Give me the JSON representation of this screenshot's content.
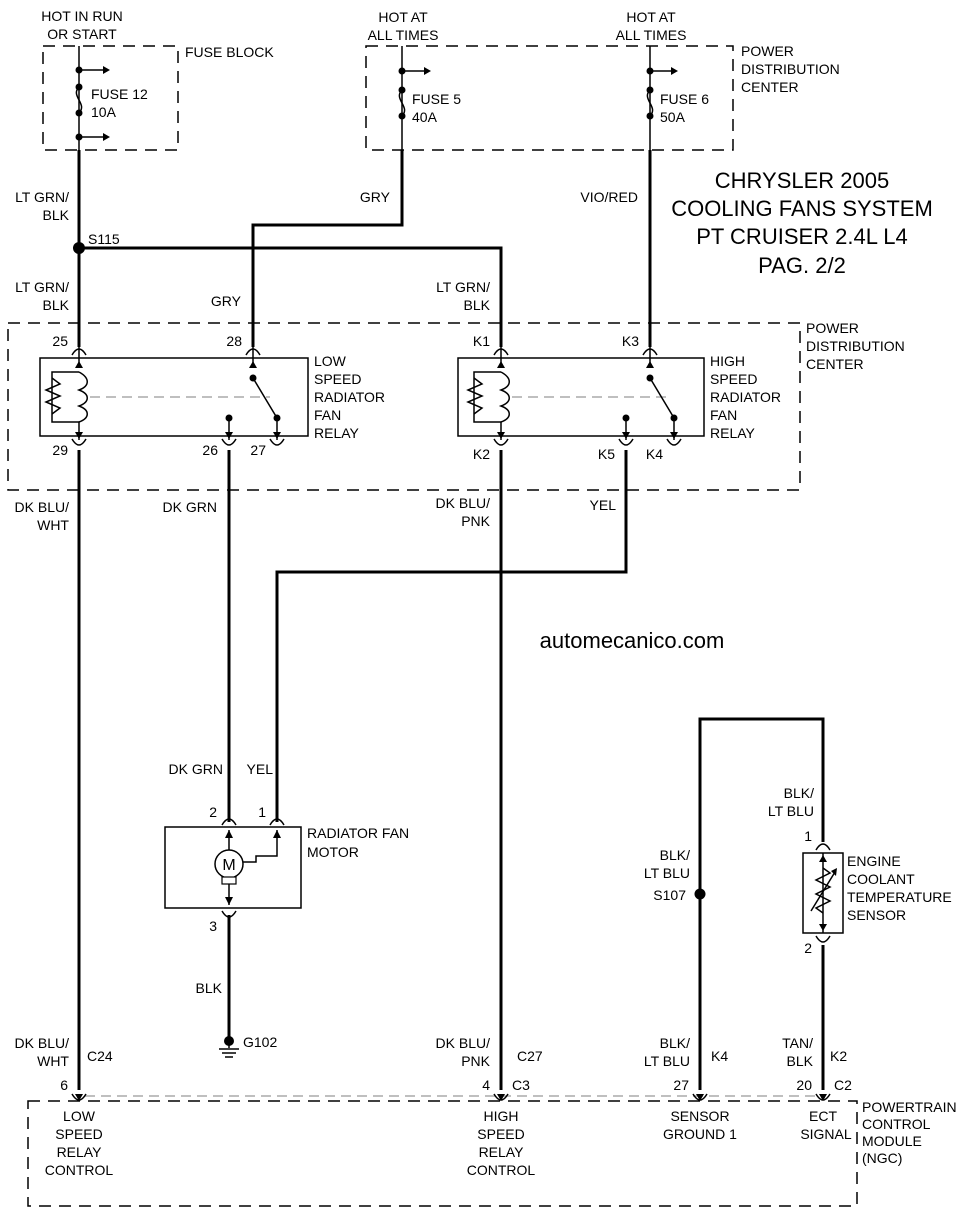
{
  "title": {
    "line1": "CHRYSLER 2005",
    "line2": "COOLING FANS SYSTEM",
    "line3": "PT CRUISER 2.4L L4",
    "line4": "PAG. 2/2"
  },
  "watermark": "automecanico.com",
  "sources": {
    "hot_run_1": "HOT IN RUN",
    "hot_run_2": "OR START",
    "hot_all_a1": "HOT AT",
    "hot_all_a2": "ALL TIMES",
    "hot_all_b1": "HOT AT",
    "hot_all_b2": "ALL TIMES"
  },
  "fuse_block": {
    "label": "FUSE BLOCK",
    "fuse_name": "FUSE 12",
    "fuse_rating": "10A"
  },
  "pdc_top": {
    "label1": "POWER",
    "label2": "DISTRIBUTION",
    "label3": "CENTER",
    "fuse5_name": "FUSE 5",
    "fuse5_rating": "40A",
    "fuse6_name": "FUSE 6",
    "fuse6_rating": "50A"
  },
  "wires": {
    "lt_grn_blk_1a": "LT GRN/",
    "lt_grn_blk_1b": "BLK",
    "gry_1": "GRY",
    "vio_red": "VIO/RED",
    "lt_grn_blk_2a": "LT GRN/",
    "lt_grn_blk_2b": "BLK",
    "gry_2": "GRY",
    "lt_grn_blk_3a": "LT GRN/",
    "lt_grn_blk_3b": "BLK",
    "dk_blu_wht_1a": "DK BLU/",
    "dk_blu_wht_1b": "WHT",
    "dk_grn_1": "DK GRN",
    "dk_blu_pnk_1a": "DK BLU/",
    "dk_blu_pnk_1b": "PNK",
    "yel_1": "YEL",
    "dk_grn_2": "DK GRN",
    "yel_2": "YEL",
    "blk_motor": "BLK",
    "blk_ltblu_1a": "BLK/",
    "blk_ltblu_1b": "LT BLU",
    "blk_ltblu_2a": "BLK/",
    "blk_ltblu_2b": "LT BLU",
    "dk_blu_wht_2a": "DK BLU/",
    "dk_blu_wht_2b": "WHT",
    "dk_blu_pnk_2a": "DK BLU/",
    "dk_blu_pnk_2b": "PNK",
    "blk_ltblu_3a": "BLK/",
    "blk_ltblu_3b": "LT BLU",
    "tan_blk_a": "TAN/",
    "tan_blk_b": "BLK"
  },
  "splices": {
    "s115": "S115",
    "s107": "S107",
    "g102": "G102"
  },
  "pdc_relays": {
    "label1": "POWER",
    "label2": "DISTRIBUTION",
    "label3": "CENTER",
    "low_relay": [
      "LOW",
      "SPEED",
      "RADIATOR",
      "FAN",
      "RELAY"
    ],
    "high_relay": [
      "HIGH",
      "SPEED",
      "RADIATOR",
      "FAN",
      "RELAY"
    ],
    "pins": {
      "p25": "25",
      "p28": "28",
      "p29": "29",
      "p26": "26",
      "p27": "27",
      "k1": "K1",
      "k3": "K3",
      "k2": "K2",
      "k5": "K5",
      "k4": "K4"
    }
  },
  "motor": {
    "label1": "RADIATOR FAN",
    "label2": "MOTOR",
    "symbol": "M",
    "pin1": "1",
    "pin2": "2",
    "pin3": "3"
  },
  "ect_sensor": {
    "label": [
      "ENGINE",
      "COOLANT",
      "TEMPERATURE",
      "SENSOR"
    ],
    "pin1": "1",
    "pin2": "2"
  },
  "pcm": {
    "label": [
      "POWERTRAIN",
      "CONTROL",
      "MODULE",
      "(NGC)"
    ],
    "c24": "C24",
    "c27": "C27",
    "c3": "C3",
    "k4": "K4",
    "k2": "K2",
    "c2": "C2",
    "pin6": "6",
    "pin4": "4",
    "pin27": "27",
    "pin20": "20",
    "low_ctrl": [
      "LOW",
      "SPEED",
      "RELAY",
      "CONTROL"
    ],
    "high_ctrl": [
      "HIGH",
      "SPEED",
      "RELAY",
      "CONTROL"
    ],
    "sensor_gnd": [
      "SENSOR",
      "GROUND 1"
    ],
    "ect_sig": [
      "ECT",
      "SIGNAL"
    ]
  }
}
